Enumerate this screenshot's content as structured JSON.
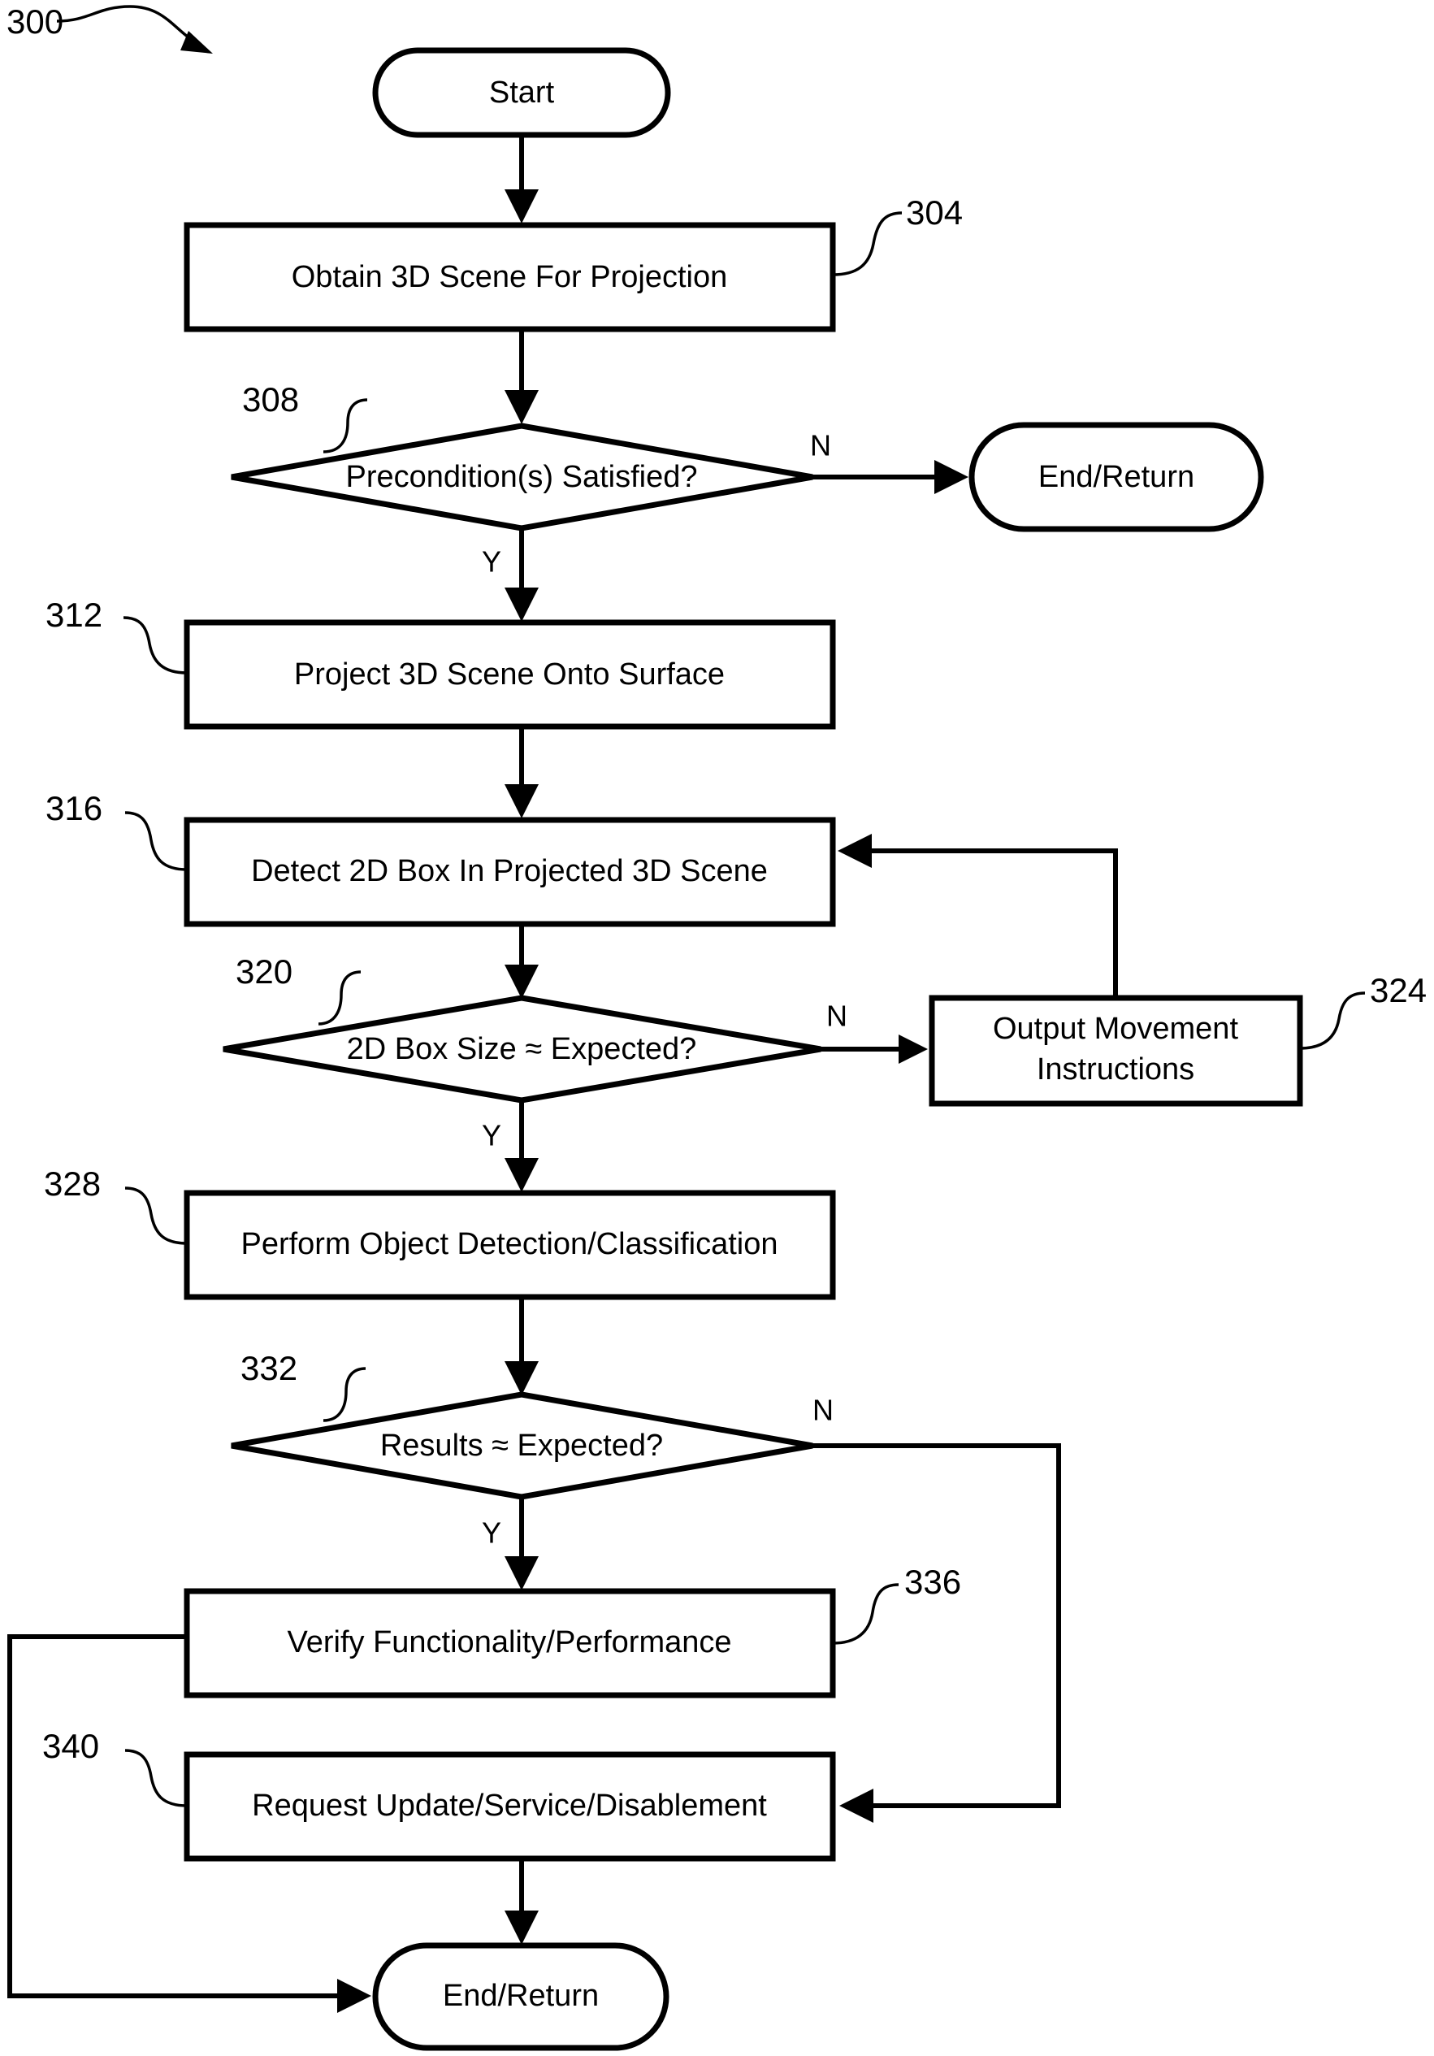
{
  "figure": {
    "reference_numeral": "300",
    "type": "patent-flowchart"
  },
  "nodes": {
    "start": {
      "ref": "",
      "label": "Start",
      "shape": "terminator"
    },
    "obtain": {
      "ref": "304",
      "label": "Obtain 3D Scene For Projection",
      "shape": "process"
    },
    "precondition": {
      "ref": "308",
      "label": "Precondition(s) Satisfied?",
      "shape": "decision"
    },
    "end_top": {
      "ref": "",
      "label": "End/Return",
      "shape": "terminator"
    },
    "project": {
      "ref": "312",
      "label": "Project 3D Scene Onto Surface",
      "shape": "process"
    },
    "detect": {
      "ref": "316",
      "label": "Detect 2D Box In Projected 3D Scene",
      "shape": "process"
    },
    "boxsize": {
      "ref": "320",
      "label": "2D Box Size ≈ Expected?",
      "shape": "decision"
    },
    "movement": {
      "ref": "324",
      "label_line1": "Output Movement",
      "label_line2": "Instructions",
      "shape": "process"
    },
    "classify": {
      "ref": "328",
      "label": "Perform Object Detection/Classification",
      "shape": "process"
    },
    "results": {
      "ref": "332",
      "label": "Results ≈ Expected?",
      "shape": "decision"
    },
    "verify": {
      "ref": "336",
      "label": "Verify Functionality/Performance",
      "shape": "process"
    },
    "request": {
      "ref": "340",
      "label": "Request Update/Service/Disablement",
      "shape": "process"
    },
    "end_bottom": {
      "ref": "",
      "label": "End/Return",
      "shape": "terminator"
    }
  },
  "branch_labels": {
    "precondition_no": "N",
    "precondition_yes": "Y",
    "boxsize_no": "N",
    "boxsize_yes": "Y",
    "results_no": "N",
    "results_yes": "Y"
  },
  "colors": {
    "stroke": "#000000",
    "fill": "#ffffff",
    "text": "#000000"
  }
}
